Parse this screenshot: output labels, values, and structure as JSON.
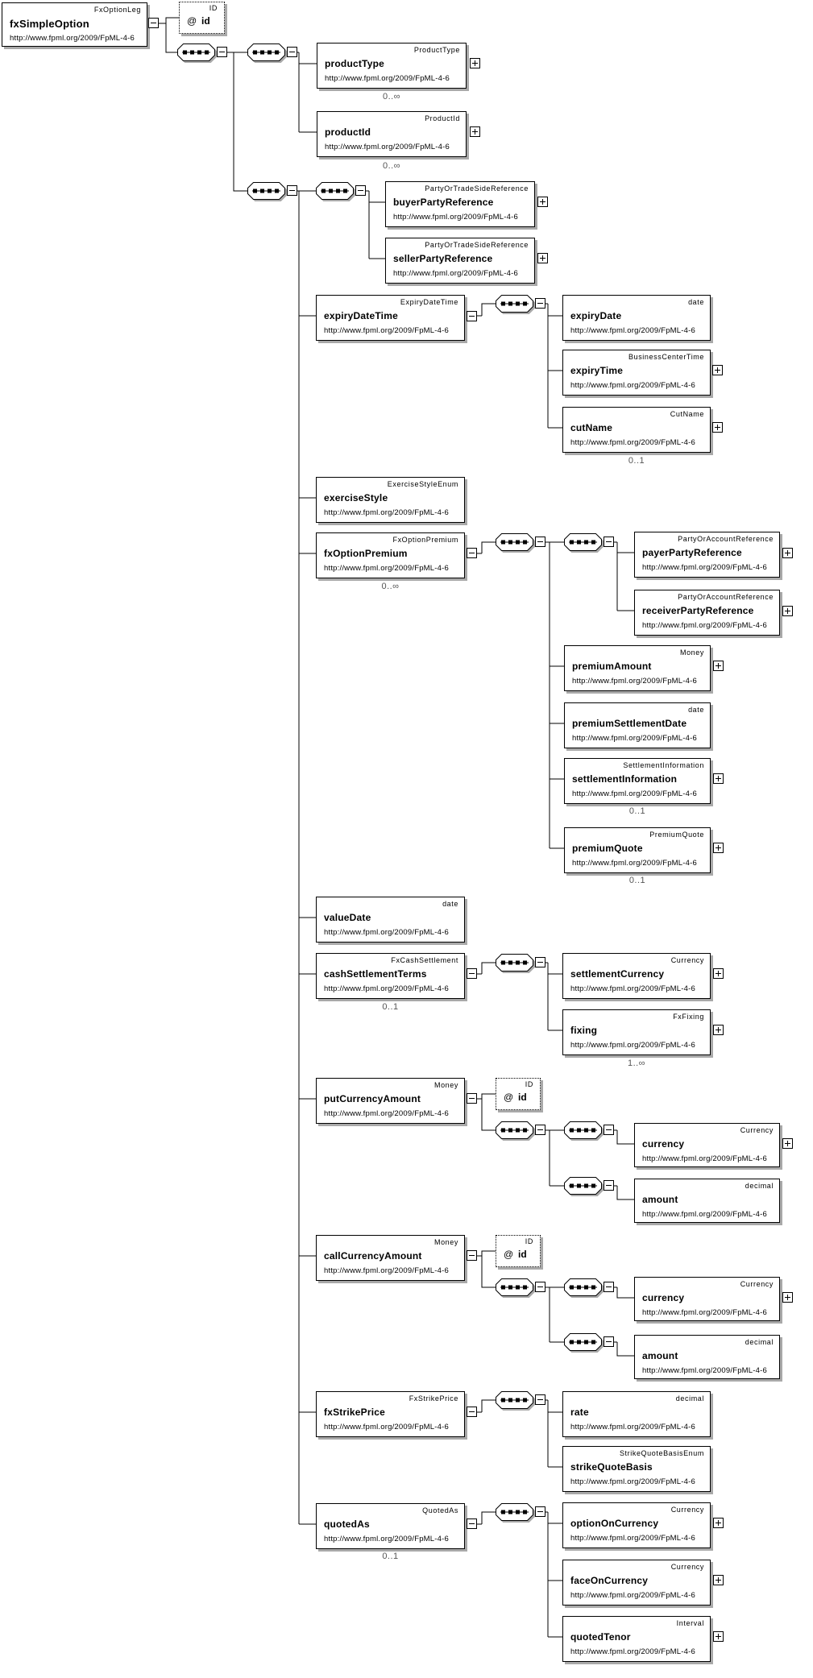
{
  "colors": {
    "background": "#ffffff",
    "line": "#000000",
    "box_fill": "#ffffff",
    "box_border": "#000000",
    "shadow": "#a9a9a9",
    "occurs_text": "#555555"
  },
  "icons": {
    "sequence_icon": "octagon-with-four-squares",
    "collapse_icon": "−",
    "expand_icon": "+"
  },
  "nodes": {
    "root": {
      "type": "FxOptionLeg",
      "name": "fxSimpleOption",
      "ns": "http://www.fpml.org/2009/FpML-4-6"
    },
    "rootIdAttr": {
      "type": "ID",
      "prefix": "@",
      "name": "id"
    },
    "productType": {
      "type": "ProductType",
      "name": "productType",
      "ns": "http://www.fpml.org/2009/FpML-4-6",
      "occurs": "0..∞"
    },
    "productId": {
      "type": "ProductId",
      "name": "productId",
      "ns": "http://www.fpml.org/2009/FpML-4-6",
      "occurs": "0..∞"
    },
    "buyerPartyReference": {
      "type": "PartyOrTradeSideReference",
      "name": "buyerPartyReference",
      "ns": "http://www.fpml.org/2009/FpML-4-6"
    },
    "sellerPartyReference": {
      "type": "PartyOrTradeSideReference",
      "name": "sellerPartyReference",
      "ns": "http://www.fpml.org/2009/FpML-4-6"
    },
    "expiryDateTime": {
      "type": "ExpiryDateTime",
      "name": "expiryDateTime",
      "ns": "http://www.fpml.org/2009/FpML-4-6"
    },
    "expiryDate": {
      "type": "date",
      "name": "expiryDate",
      "ns": "http://www.fpml.org/2009/FpML-4-6"
    },
    "expiryTime": {
      "type": "BusinessCenterTime",
      "name": "expiryTime",
      "ns": "http://www.fpml.org/2009/FpML-4-6"
    },
    "cutName": {
      "type": "CutName",
      "name": "cutName",
      "ns": "http://www.fpml.org/2009/FpML-4-6",
      "occurs": "0..1"
    },
    "exerciseStyle": {
      "type": "ExerciseStyleEnum",
      "name": "exerciseStyle",
      "ns": "http://www.fpml.org/2009/FpML-4-6"
    },
    "fxOptionPremium": {
      "type": "FxOptionPremium",
      "name": "fxOptionPremium",
      "ns": "http://www.fpml.org/2009/FpML-4-6",
      "occurs": "0..∞"
    },
    "payerPartyReference": {
      "type": "PartyOrAccountReference",
      "name": "payerPartyReference",
      "ns": "http://www.fpml.org/2009/FpML-4-6"
    },
    "receiverPartyReference": {
      "type": "PartyOrAccountReference",
      "name": "receiverPartyReference",
      "ns": "http://www.fpml.org/2009/FpML-4-6"
    },
    "premiumAmount": {
      "type": "Money",
      "name": "premiumAmount",
      "ns": "http://www.fpml.org/2009/FpML-4-6"
    },
    "premiumSettlementDate": {
      "type": "date",
      "name": "premiumSettlementDate",
      "ns": "http://www.fpml.org/2009/FpML-4-6"
    },
    "settlementInformation": {
      "type": "SettlementInformation",
      "name": "settlementInformation",
      "ns": "http://www.fpml.org/2009/FpML-4-6",
      "occurs": "0..1"
    },
    "premiumQuote": {
      "type": "PremiumQuote",
      "name": "premiumQuote",
      "ns": "http://www.fpml.org/2009/FpML-4-6",
      "occurs": "0..1"
    },
    "valueDate": {
      "type": "date",
      "name": "valueDate",
      "ns": "http://www.fpml.org/2009/FpML-4-6"
    },
    "cashSettlementTerms": {
      "type": "FxCashSettlement",
      "name": "cashSettlementTerms",
      "ns": "http://www.fpml.org/2009/FpML-4-6",
      "occurs": "0..1"
    },
    "settlementCurrency": {
      "type": "Currency",
      "name": "settlementCurrency",
      "ns": "http://www.fpml.org/2009/FpML-4-6"
    },
    "fixing": {
      "type": "FxFixing",
      "name": "fixing",
      "ns": "http://www.fpml.org/2009/FpML-4-6",
      "occurs": "1..∞"
    },
    "putCurrencyAmount": {
      "type": "Money",
      "name": "putCurrencyAmount",
      "ns": "http://www.fpml.org/2009/FpML-4-6"
    },
    "putIdAttr": {
      "type": "ID",
      "prefix": "@",
      "name": "id"
    },
    "putCurrency": {
      "type": "Currency",
      "name": "currency",
      "ns": "http://www.fpml.org/2009/FpML-4-6"
    },
    "putAmount": {
      "type": "decimal",
      "name": "amount",
      "ns": "http://www.fpml.org/2009/FpML-4-6"
    },
    "callCurrencyAmount": {
      "type": "Money",
      "name": "callCurrencyAmount",
      "ns": "http://www.fpml.org/2009/FpML-4-6"
    },
    "callIdAttr": {
      "type": "ID",
      "prefix": "@",
      "name": "id"
    },
    "callCurrency": {
      "type": "Currency",
      "name": "currency",
      "ns": "http://www.fpml.org/2009/FpML-4-6"
    },
    "callAmount": {
      "type": "decimal",
      "name": "amount",
      "ns": "http://www.fpml.org/2009/FpML-4-6"
    },
    "fxStrikePrice": {
      "type": "FxStrikePrice",
      "name": "fxStrikePrice",
      "ns": "http://www.fpml.org/2009/FpML-4-6"
    },
    "rate": {
      "type": "decimal",
      "name": "rate",
      "ns": "http://www.fpml.org/2009/FpML-4-6"
    },
    "strikeQuoteBasis": {
      "type": "StrikeQuoteBasisEnum",
      "name": "strikeQuoteBasis",
      "ns": "http://www.fpml.org/2009/FpML-4-6"
    },
    "quotedAs": {
      "type": "QuotedAs",
      "name": "quotedAs",
      "ns": "http://www.fpml.org/2009/FpML-4-6",
      "occurs": "0..1"
    },
    "optionOnCurrency": {
      "type": "Currency",
      "name": "optionOnCurrency",
      "ns": "http://www.fpml.org/2009/FpML-4-6"
    },
    "faceOnCurrency": {
      "type": "Currency",
      "name": "faceOnCurrency",
      "ns": "http://www.fpml.org/2009/FpML-4-6"
    },
    "quotedTenor": {
      "type": "Interval",
      "name": "quotedTenor",
      "ns": "http://www.fpml.org/2009/FpML-4-6"
    }
  }
}
